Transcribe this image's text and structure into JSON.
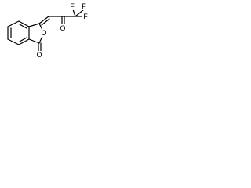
{
  "molecule": {
    "atoms": {
      "fluorine_top_left": "F",
      "fluorine_top_right": "F",
      "fluorine_right": "F",
      "ketone_oxygen": "O",
      "ring_oxygen": "O",
      "lactone_carbonyl_oxygen": "O"
    }
  }
}
